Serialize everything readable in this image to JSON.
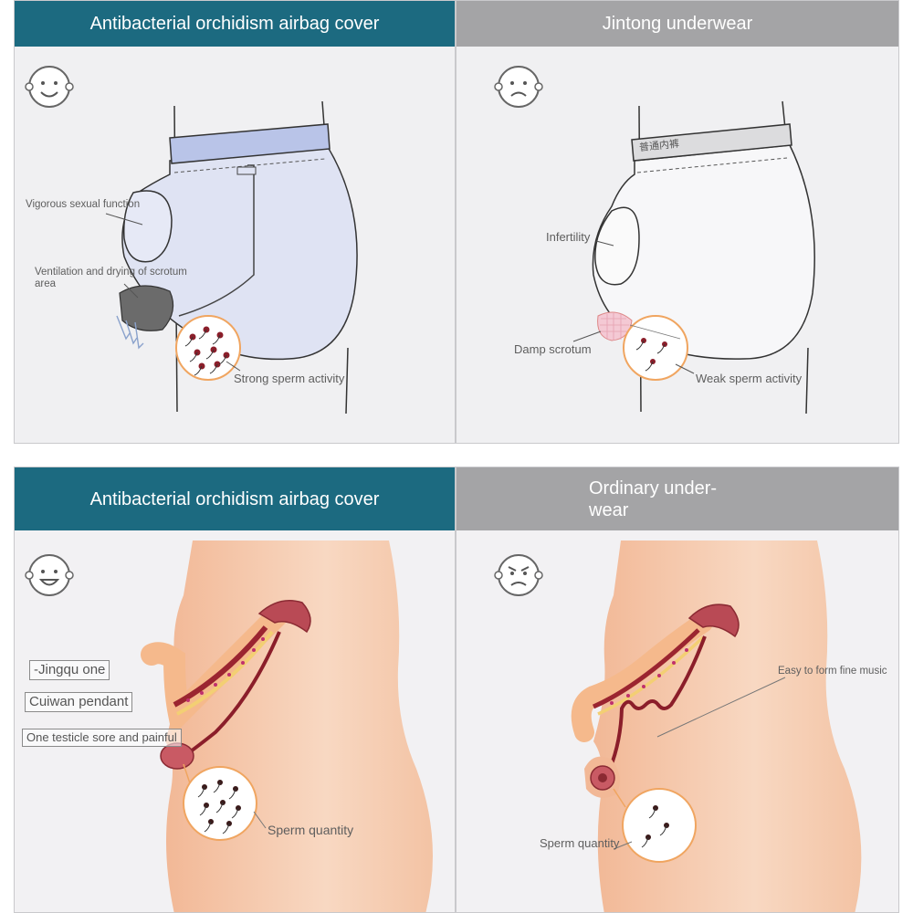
{
  "panels": {
    "top_left": {
      "title": "Antibacterial orchidism airbag cover",
      "labels": {
        "vigorous": "Vigorous sexual function",
        "ventilation": "Ventilation and drying of scrotum area",
        "strong": "Strong sperm activity"
      }
    },
    "top_right": {
      "title": "Jintong underwear",
      "waistband_text": "普通内裤",
      "labels": {
        "infertility": "Infertility",
        "damp": "Damp scrotum",
        "weak": "Weak sperm activity"
      }
    },
    "bottom_left": {
      "title": "Antibacterial orchidism airbag cover",
      "boxes": [
        "-Jingqu one",
        "Cuiwan pendant",
        "One testicle sore and painful"
      ],
      "labels": {
        "sperm": "Sperm quantity"
      }
    },
    "bottom_right": {
      "title": "Ordinary under-\nwear",
      "labels": {
        "fine": "Easy to form fine music",
        "sperm": "Sperm quantity"
      }
    }
  },
  "colors": {
    "teal_header": "#1c6a80",
    "gray_header": "#a4a4a6",
    "skin": "#f5c8a6",
    "callout_orange": "#f0a560",
    "brief_blue": "#dfe3f3"
  },
  "icons": [
    "happy-face-icon",
    "sad-face-icon",
    "happy-face-icon",
    "angry-face-icon"
  ]
}
